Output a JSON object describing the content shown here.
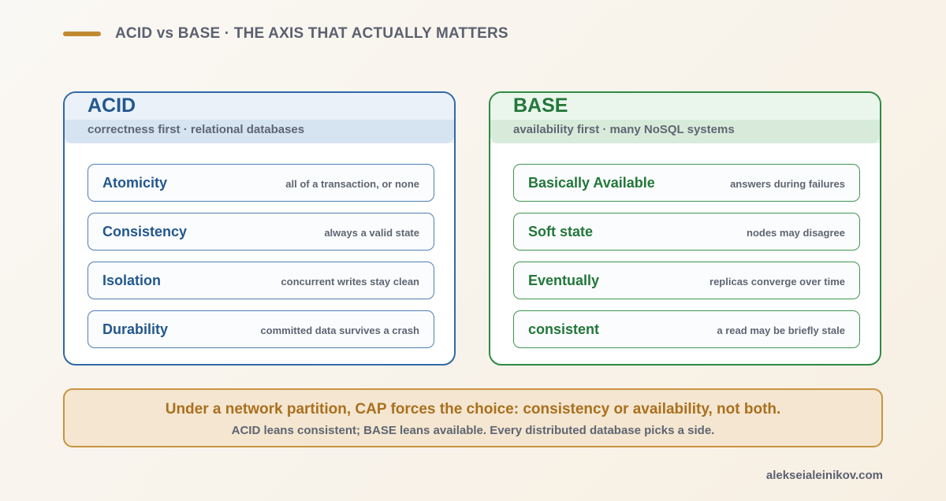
{
  "header": {
    "title": "ACID vs BASE · THE AXIS THAT ACTUALLY MATTERS"
  },
  "acid": {
    "title": "ACID",
    "subtitle": "correctness first · relational databases",
    "items": [
      {
        "name": "Atomicity",
        "desc": "all of a transaction, or none"
      },
      {
        "name": "Consistency",
        "desc": "always a valid state"
      },
      {
        "name": "Isolation",
        "desc": "concurrent writes stay clean"
      },
      {
        "name": "Durability",
        "desc": "committed data survives a crash"
      }
    ]
  },
  "base": {
    "title": "BASE",
    "subtitle": "availability first · many NoSQL systems",
    "items": [
      {
        "name": "Basically Available",
        "desc": "answers during failures"
      },
      {
        "name": "Soft state",
        "desc": "nodes may disagree"
      },
      {
        "name": "Eventually",
        "desc": "replicas converge over time"
      },
      {
        "name": "consistent",
        "desc": "a read may be briefly stale"
      }
    ]
  },
  "callout": {
    "main": "Under a network partition, CAP forces the choice: consistency or availability, not both.",
    "sub": "ACID leans consistent; BASE leans available. Every distributed database picks a side."
  },
  "footer": {
    "credit": "alekseialeinikov.com"
  },
  "colors": {
    "accent_bar": "#c08a33",
    "acid": "#23578f",
    "base": "#22773a",
    "callout": "#a9701f"
  }
}
